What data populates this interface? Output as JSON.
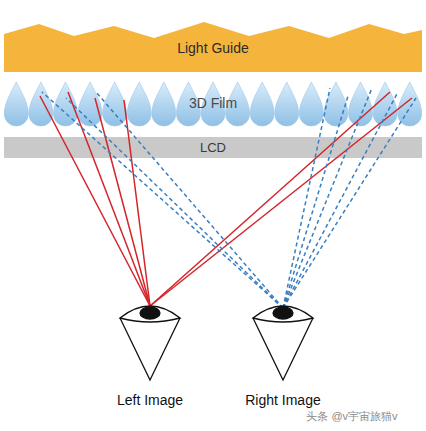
{
  "diagram": {
    "nodes": [
      {
        "text": [
          "Light Guide"
        ]
      },
      {
        "text": [
          "3D Film"
        ]
      },
      {
        "text": [
          "LCD"
        ]
      }
    ],
    "labels": [
      "Left Image",
      "Right Image",
      "头条 @v宇宙旅猫v"
    ]
  }
}
